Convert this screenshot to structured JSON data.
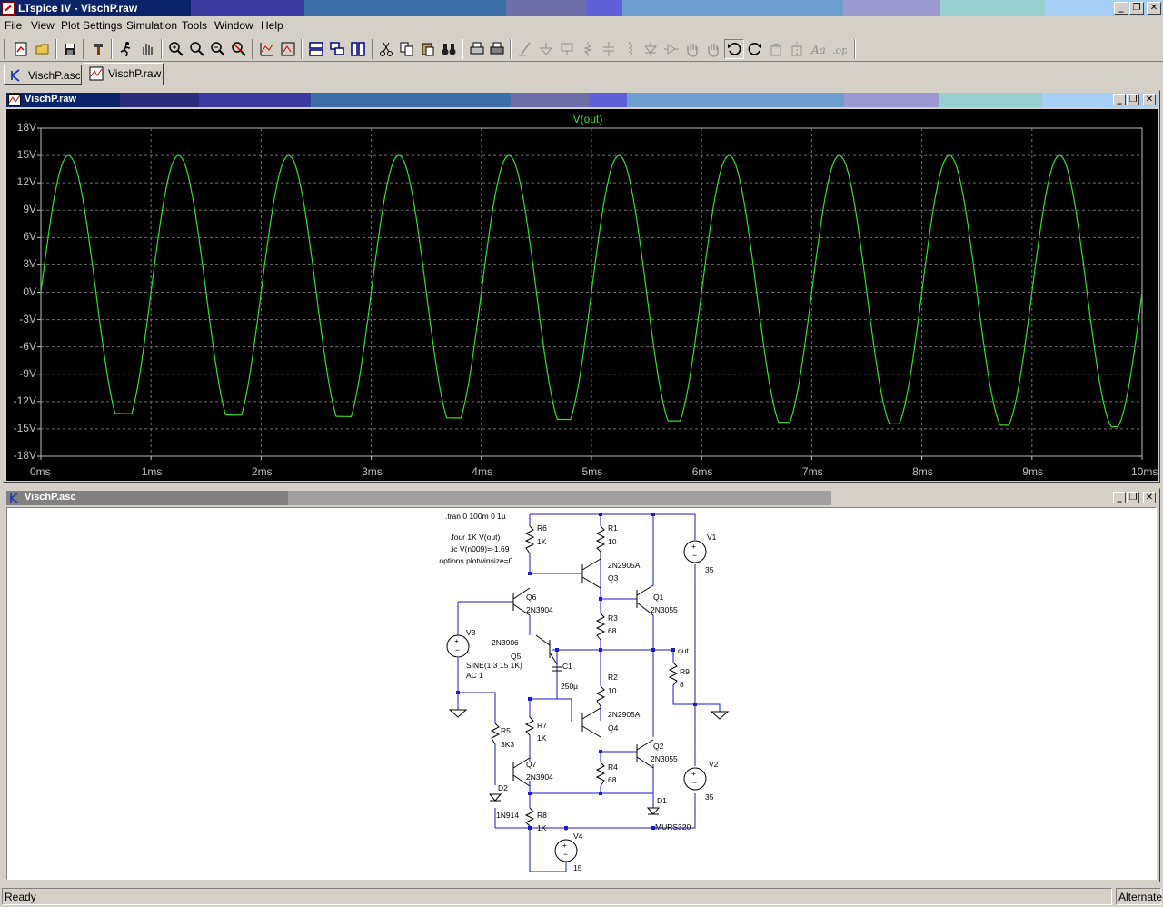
{
  "window": {
    "title": "LTspice IV - VischP.raw",
    "min": "_",
    "restore": "❐",
    "close": "✕"
  },
  "menu": [
    "File",
    "View",
    "Plot Settings",
    "Simulation",
    "Tools",
    "Window",
    "Help"
  ],
  "tabs": [
    {
      "label": "VischP.asc",
      "icon": "schematic-icon"
    },
    {
      "label": "VischP.raw",
      "icon": "waveform-icon"
    }
  ],
  "plot_window": {
    "title": "VischP.raw",
    "trace_label": "V(out)",
    "trace_color": "#30e030"
  },
  "chart_data": {
    "type": "line",
    "title": "V(out)",
    "xlabel": "",
    "ylabel": "",
    "x_ticks": [
      "0ms",
      "1ms",
      "2ms",
      "3ms",
      "4ms",
      "5ms",
      "6ms",
      "7ms",
      "8ms",
      "9ms",
      "10ms"
    ],
    "y_ticks": [
      "18V",
      "15V",
      "12V",
      "9V",
      "6V",
      "3V",
      "0V",
      "-3V",
      "-6V",
      "-9V",
      "-12V",
      "-15V",
      "-18V"
    ],
    "xlim_ms": [
      0,
      10
    ],
    "ylim_v": [
      -18,
      18
    ],
    "grid": true,
    "series": [
      {
        "name": "V(out)",
        "frequency_khz": 1,
        "peak_v": 15,
        "trough_clip_start_v": -13.2,
        "trough_clip_end_v": -14.8,
        "peaks_x_ms": [
          0.25,
          1.25,
          2.25,
          3.25,
          4.25,
          5.25,
          6.25,
          7.25,
          8.25,
          9.25
        ],
        "peaks_y_v": [
          15,
          15,
          15,
          15,
          15,
          15,
          15,
          15,
          15,
          15
        ],
        "troughs_y_v": [
          -13.2,
          -13.3,
          -13.5,
          -13.7,
          -13.8,
          -14.0,
          -14.2,
          -14.4,
          -14.6,
          -14.8
        ]
      }
    ]
  },
  "schematic_window": {
    "title": "VischP.asc",
    "directives": [
      ".tran 0 100m 0 1µ",
      ".four 1K V(out)",
      ".ic V(n009)=-1.69",
      ".options plotwinsize=0"
    ],
    "components": {
      "R6": [
        "R6",
        "1K"
      ],
      "R1": [
        "R1",
        "10"
      ],
      "V1": [
        "V1",
        "35"
      ],
      "Q3": [
        "2N2905A",
        "Q3"
      ],
      "Q6": [
        "Q6",
        "2N3904"
      ],
      "Q1": [
        "Q1",
        "2N3055"
      ],
      "R3": [
        "R3",
        "68"
      ],
      "V3": [
        "V3"
      ],
      "Q5": [
        "2N3906",
        "Q5"
      ],
      "V3val": [
        "SINE(1.3 15 1K)",
        "AC 1"
      ],
      "C1": [
        "C1",
        "250µ"
      ],
      "out": "out",
      "R9": [
        "R9",
        "8"
      ],
      "R2": [
        "R2",
        "10"
      ],
      "Q4": [
        "2N2905A",
        "Q4"
      ],
      "R5": [
        "R5",
        "3K3"
      ],
      "R7": [
        "R7",
        "1K"
      ],
      "Q2": [
        "Q2",
        "2N3055"
      ],
      "V2": [
        "V2",
        "35"
      ],
      "Q7": [
        "Q7",
        "2N3904"
      ],
      "R4": [
        "R4",
        "68"
      ],
      "D2": [
        "D2",
        "1N914"
      ],
      "D1": [
        "D1",
        "MURS320"
      ],
      "R8": [
        "R8",
        "1K"
      ],
      "V4": [
        "V4",
        "15"
      ]
    }
  },
  "status": {
    "left": "Ready",
    "right": "Alternate"
  }
}
